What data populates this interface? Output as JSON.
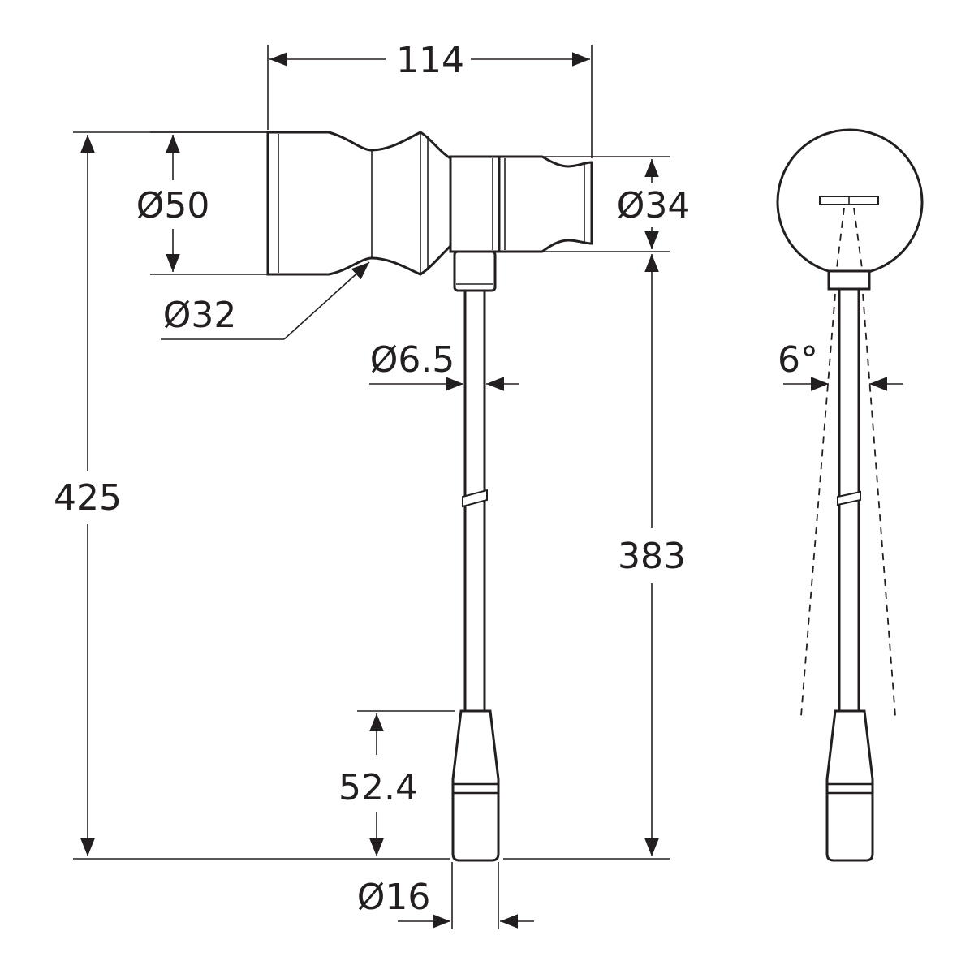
{
  "diagram": {
    "title": "",
    "dimensions": {
      "overall_width": "114",
      "head_diameter": "Ø50",
      "neck_diameter": "Ø32",
      "socket_diameter": "Ø34",
      "arm_diameter": "Ø6.5",
      "overall_height": "425",
      "arm_length": "383",
      "head_length": "52.4",
      "head_diameter_bottom": "Ø16",
      "beam_angle": "6°"
    },
    "colors": {
      "line": "#231f20",
      "background": "#ffffff"
    },
    "views": [
      "side-view",
      "front-view"
    ]
  }
}
